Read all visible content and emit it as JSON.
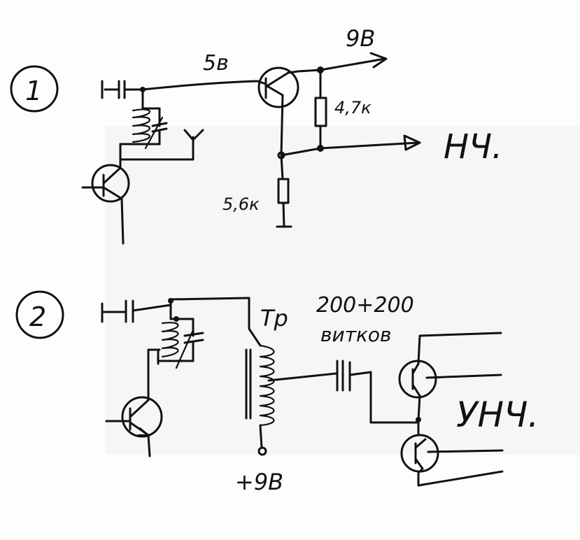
{
  "diagram_1": {
    "number": "1",
    "voltage_in": "5в",
    "voltage_out": "9В",
    "resistor_top": "4,7к",
    "resistor_bottom": "5,6к",
    "output": "НЧ."
  },
  "diagram_2": {
    "number": "2",
    "transformer": "Тр",
    "turns": "200+200",
    "turns_unit": "витков",
    "supply": "+9В",
    "amplifier": "УНЧ."
  }
}
